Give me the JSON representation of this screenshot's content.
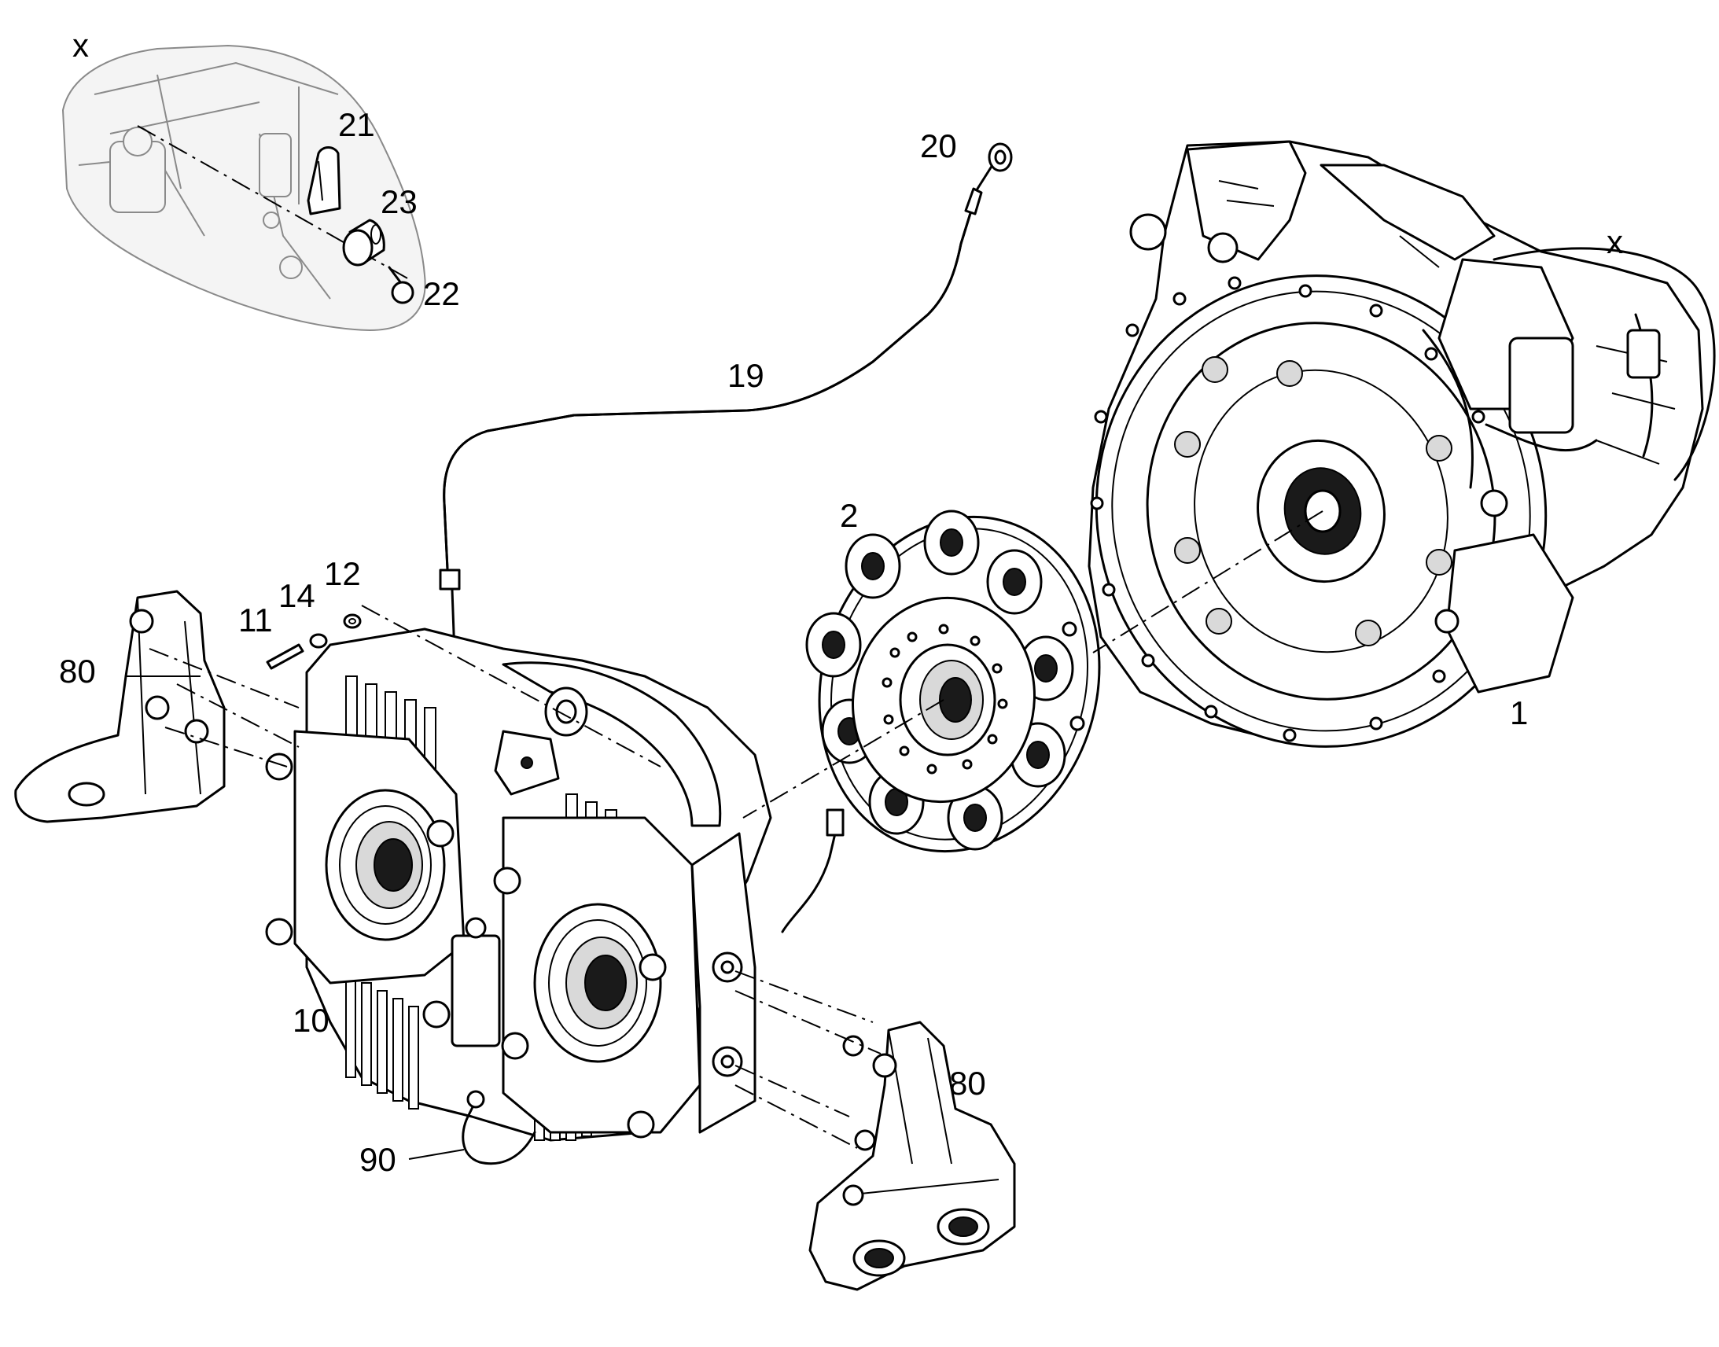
{
  "callouts": {
    "x_detail": "x",
    "x_main": "x",
    "p1": "1",
    "p2": "2",
    "p10": "10",
    "p11": "11",
    "p12": "12",
    "p14": "14",
    "p19": "19",
    "p20": "20",
    "p21": "21",
    "p22": "22",
    "p23": "23",
    "p80_left": "80",
    "p80_right": "80",
    "p90": "90"
  }
}
